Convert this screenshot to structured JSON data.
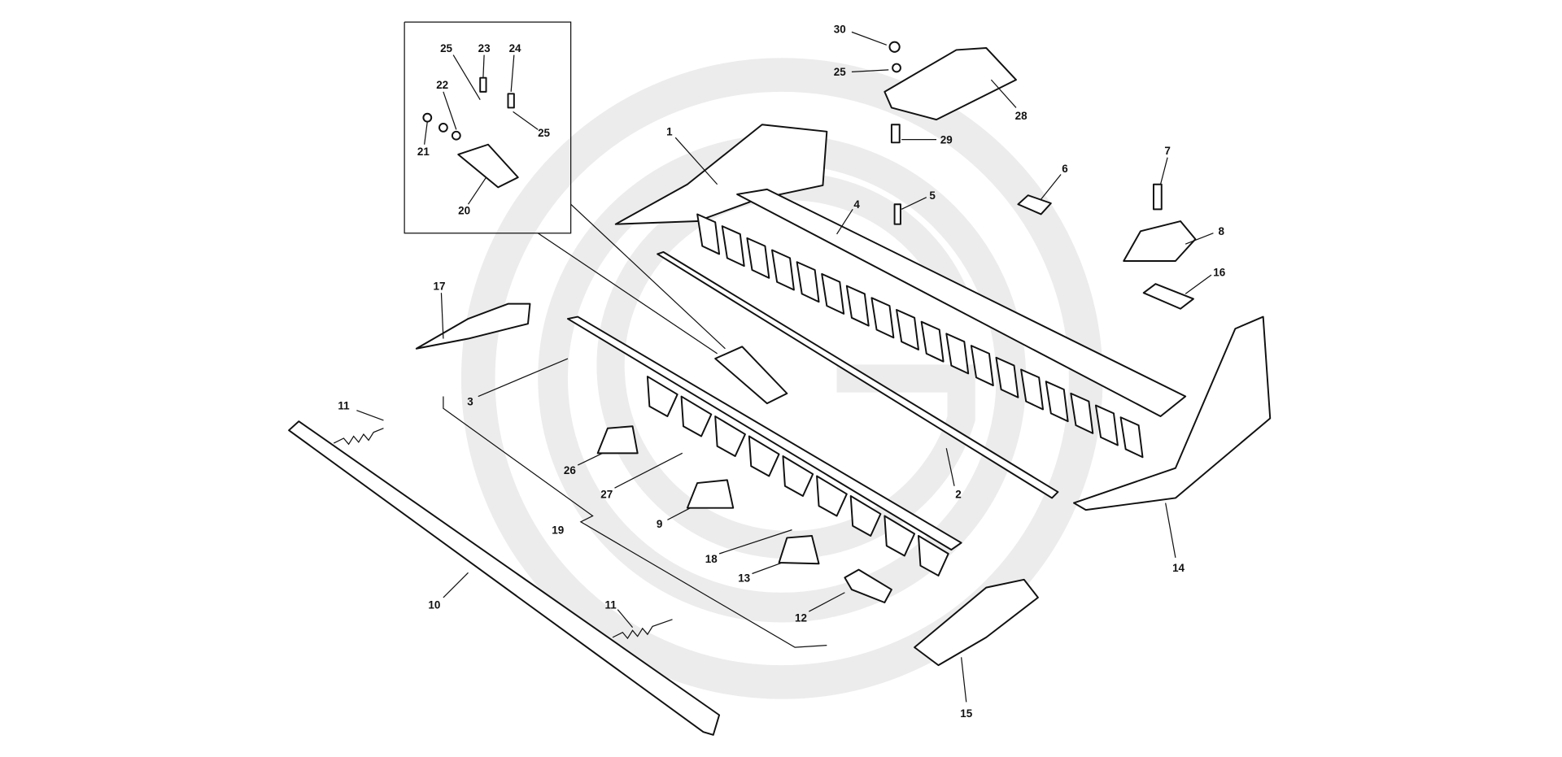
{
  "diagram": {
    "type": "exploded parts diagram",
    "watermark_logo": "G",
    "colors": {
      "line": "#111111",
      "watermark": "#ececec",
      "background": "#ffffff"
    },
    "labels": [
      "30",
      "25",
      "28",
      "29",
      "1",
      "5",
      "6",
      "7",
      "8",
      "16",
      "4",
      "25",
      "23",
      "24",
      "22",
      "25",
      "21",
      "20",
      "17",
      "3",
      "11",
      "2",
      "26",
      "27",
      "9",
      "19",
      "18",
      "13",
      "12",
      "10",
      "11",
      "14",
      "15"
    ]
  }
}
